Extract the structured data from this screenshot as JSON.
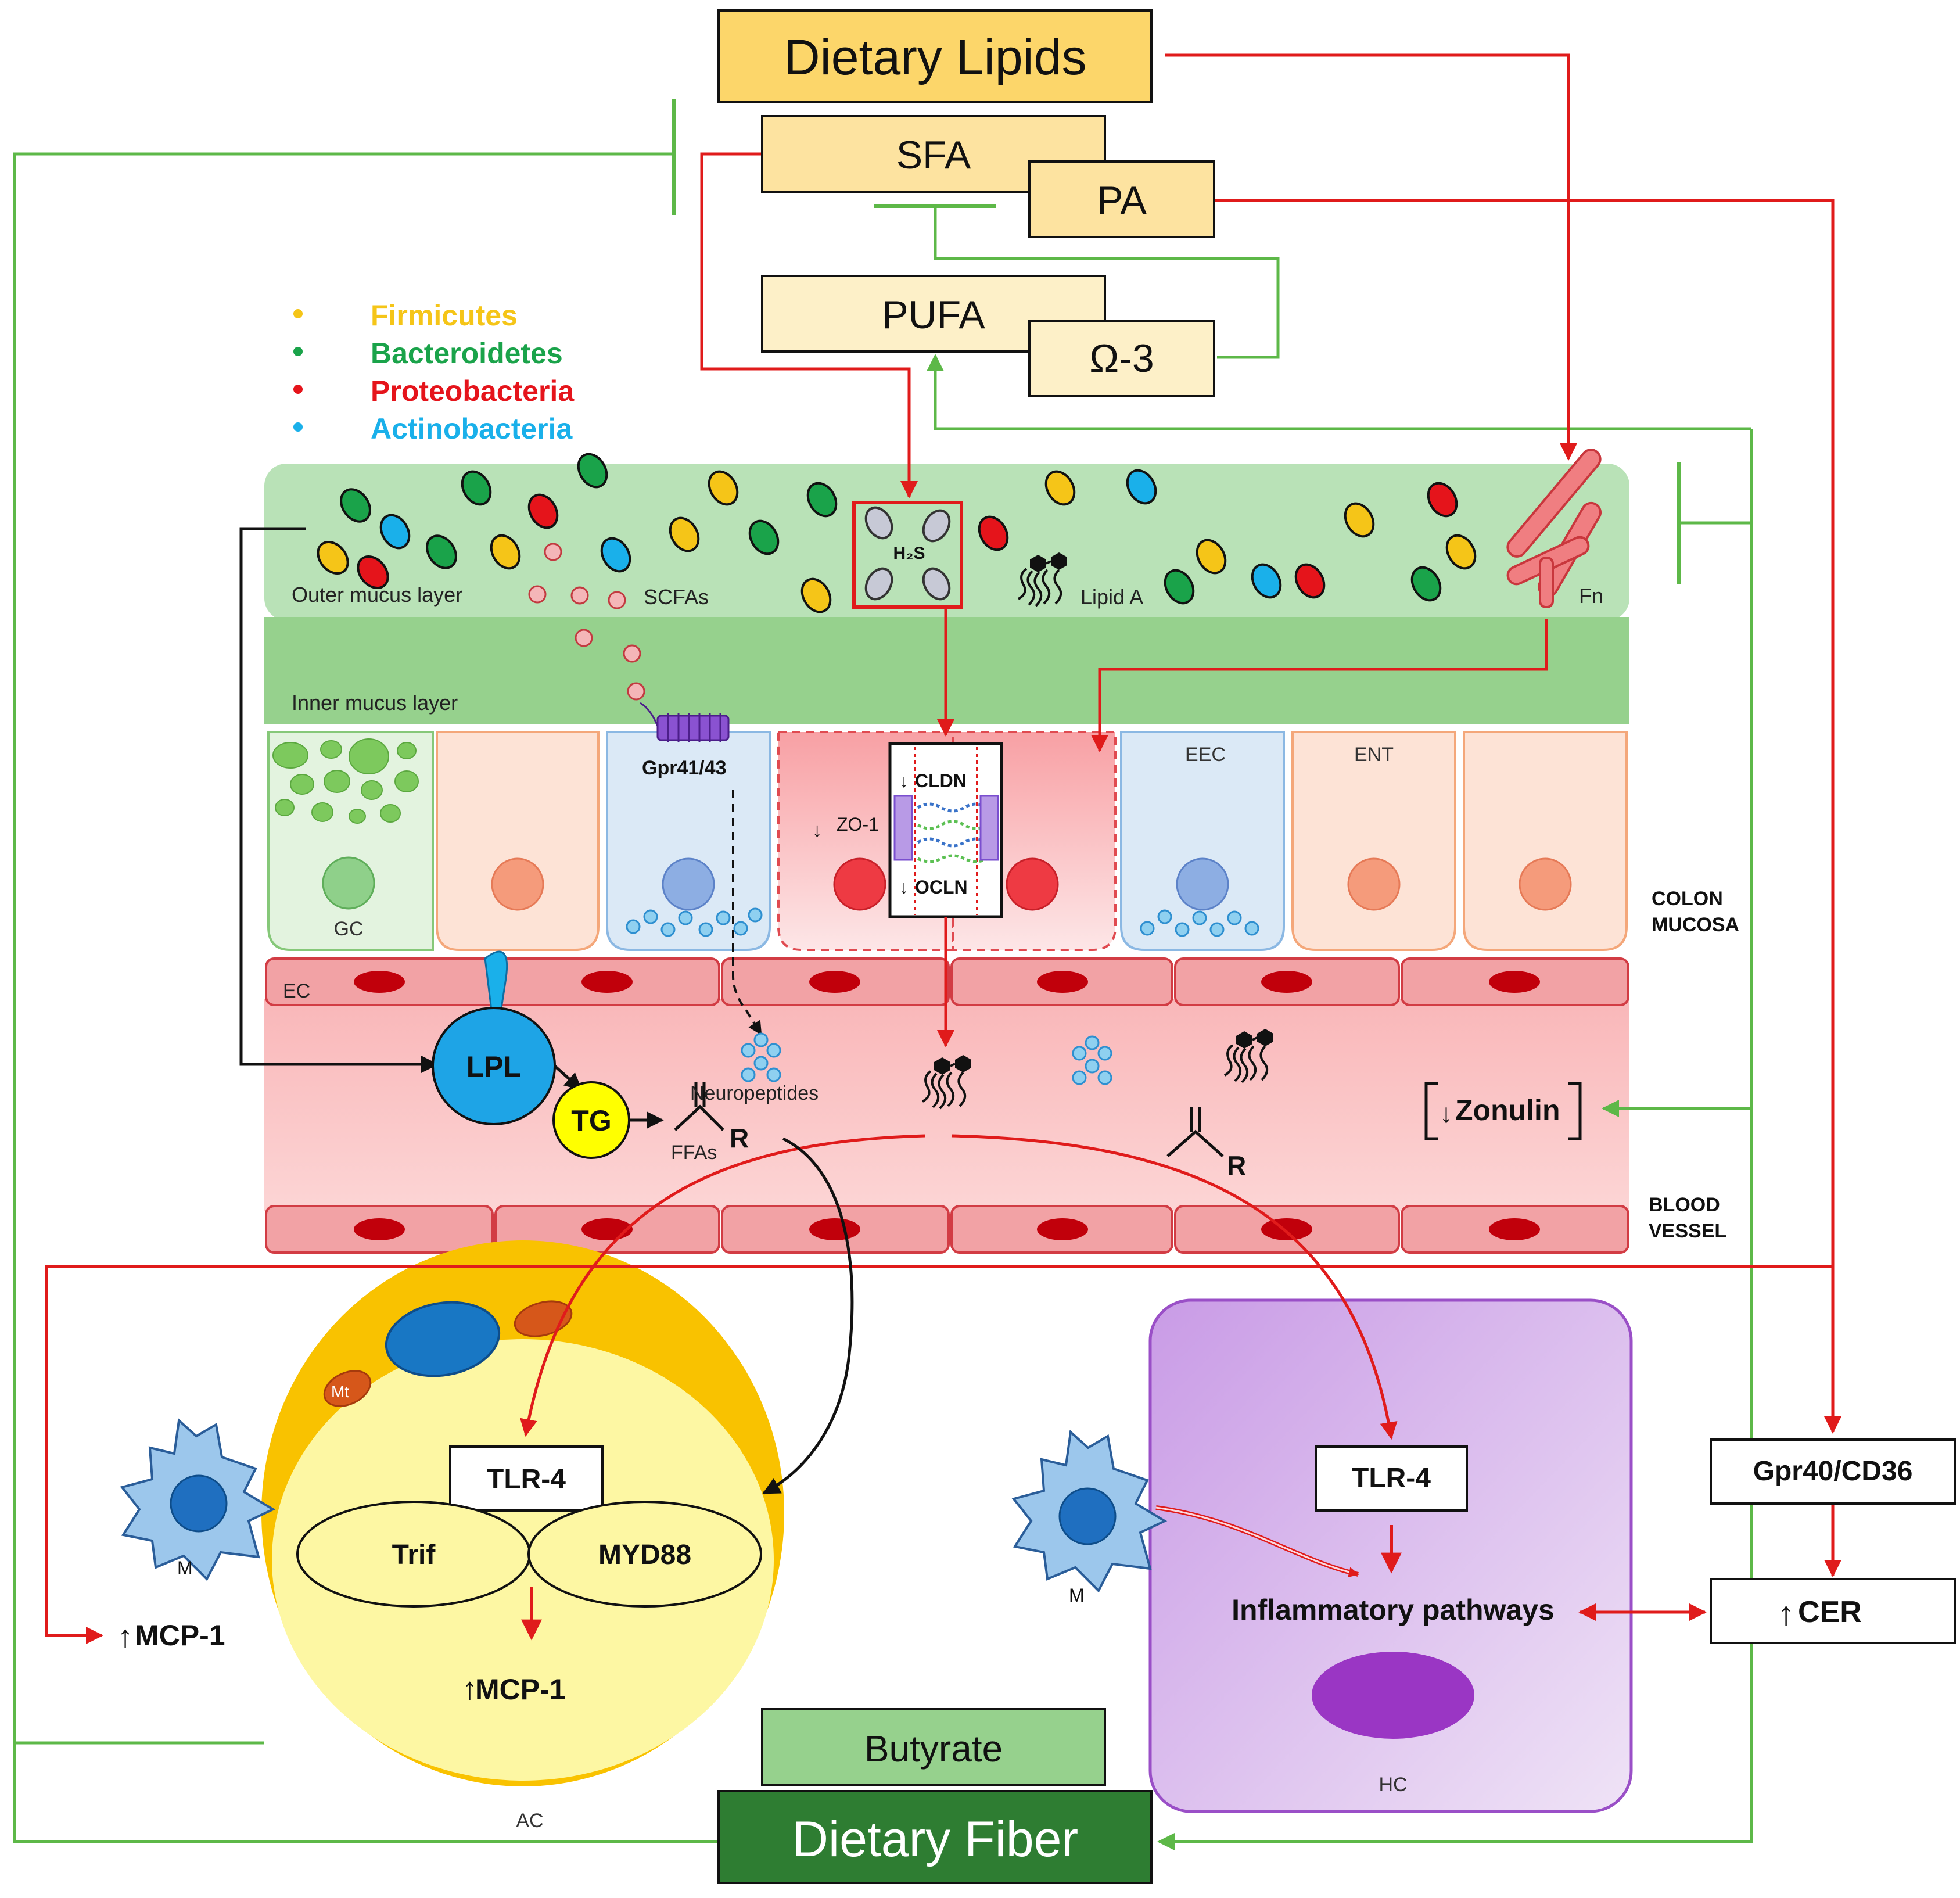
{
  "top": {
    "dietary_lipids": "Dietary Lipids",
    "sfa": "SFA",
    "pa": "PA",
    "pufa": "PUFA",
    "omega3": "Ω-3"
  },
  "legend": {
    "items": [
      {
        "label": "Firmicutes",
        "color": "#f5c518"
      },
      {
        "label": "Bacteroidetes",
        "color": "#1aa34a"
      },
      {
        "label": "Proteobacteria",
        "color": "#e5141b"
      },
      {
        "label": "Actinobacteria",
        "color": "#1ab0ea"
      }
    ]
  },
  "mucus": {
    "outer": "Outer mucus layer",
    "inner": "Inner mucus layer",
    "scfas": "SCFAs",
    "h2s": "H₂S",
    "lipid_a": "Lipid A",
    "fn": "Fn"
  },
  "cells": {
    "gpr": "Gpr41/43",
    "cldn": "CLDN",
    "ocln": "OCLN",
    "zo1": "ZO-1",
    "gc": "GC",
    "eec": "EEC",
    "ent": "ENT",
    "colon_mucosa_1": "COLON",
    "colon_mucosa_2": "MUCOSA",
    "ec": "EC"
  },
  "blood": {
    "lpl": "LPL",
    "tg": "TG",
    "ffas": "FFAs",
    "r": "R",
    "neuropeptides": "Neuropeptides",
    "zonulin": "Zonulin",
    "blood_vessel_1": "BLOOD",
    "blood_vessel_2": "VESSEL"
  },
  "adipocyte": {
    "tlr4": "TLR-4",
    "trif": "Trif",
    "myd88": "MYD88",
    "mcp1_inner": "MCP-1",
    "mcp1_outer": "MCP-1",
    "m": "M",
    "mt": "Mt",
    "ac": "AC"
  },
  "hepatocyte": {
    "tlr4": "TLR-4",
    "inflammatory": "Inflammatory pathways",
    "m": "M",
    "hc": "HC"
  },
  "right": {
    "gpr40": "Gpr40/CD36",
    "cer": "CER"
  },
  "bottom": {
    "butyrate": "Butyrate",
    "dietary_fiber": "Dietary Fiber"
  },
  "colors": {
    "inhibit_green": "#5db848",
    "activate_red": "#e01b1b",
    "lipid_box": "#fcd66a",
    "fiber_box": "#2e7d32"
  }
}
